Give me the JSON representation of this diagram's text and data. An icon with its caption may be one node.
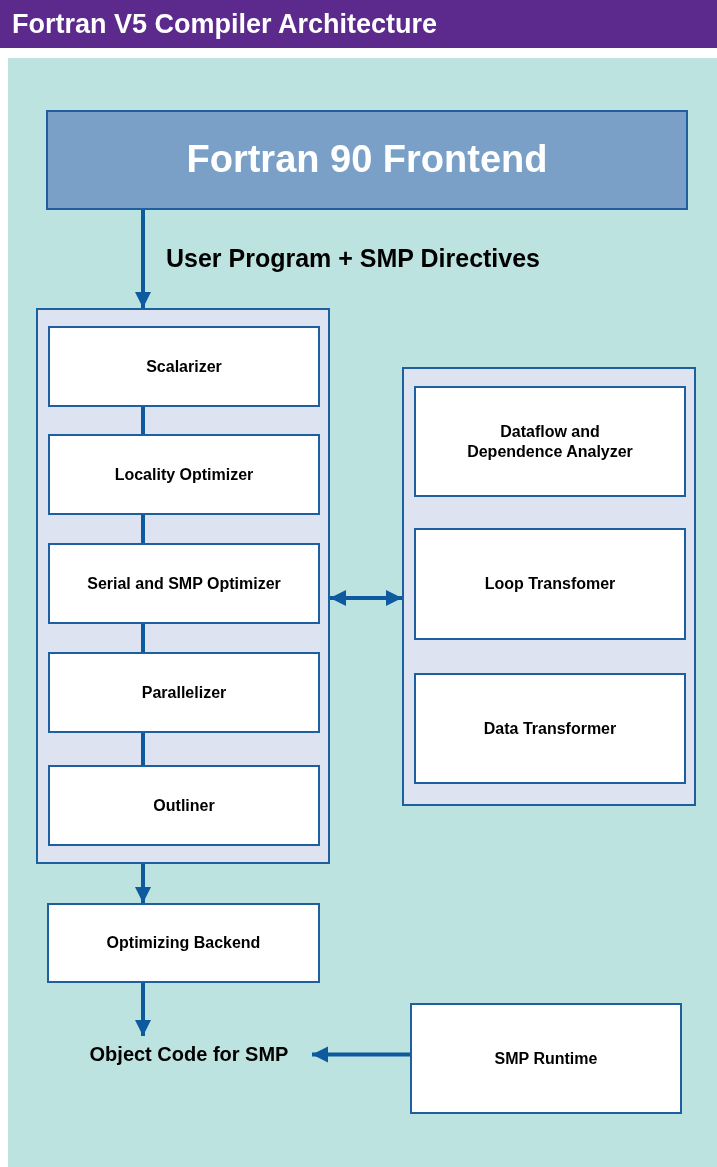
{
  "diagram": {
    "title": "Fortran V5 Compiler Architecture",
    "nodes": [
      {
        "text": [
          "Fortran 90 Frontend"
        ]
      },
      {
        "text": [],
        "shape": "box"
      },
      {
        "text": [
          "Scalarizer"
        ],
        "in": 1
      },
      {
        "text": [
          "Locality Optimizer"
        ],
        "in": 1
      },
      {
        "text": [
          "Serial and SMP Optimizer"
        ],
        "in": 1
      },
      {
        "text": [
          "Parallelizer"
        ],
        "in": 1
      },
      {
        "text": [
          "Outliner"
        ],
        "in": 1
      },
      {
        "text": [],
        "shape": "box"
      },
      {
        "text": [
          "Dataflow and Dependence Analyzer"
        ],
        "in": 7
      },
      {
        "text": [
          "Loop Transfomer"
        ],
        "in": 7
      },
      {
        "text": [
          "Data Transformer"
        ],
        "in": 7
      },
      {
        "text": [
          "Optimizing Backend"
        ]
      },
      {
        "text": [
          "Object Code for SMP"
        ]
      },
      {
        "text": [
          "SMP Runtime"
        ]
      }
    ],
    "edges": [
      {
        "from": 0,
        "to": 1,
        "arrow": "to",
        "label": "User Program + SMP Directives"
      },
      {
        "from": 2,
        "to": 3,
        "arrow": "none"
      },
      {
        "from": 3,
        "to": 4,
        "arrow": "none"
      },
      {
        "from": 4,
        "to": 5,
        "arrow": "none"
      },
      {
        "from": 5,
        "to": 6,
        "arrow": "none"
      },
      {
        "from": 1,
        "to": 7,
        "arrow": "both"
      },
      {
        "from": 1,
        "to": 11,
        "arrow": "to"
      },
      {
        "from": 11,
        "to": 12,
        "arrow": "to"
      },
      {
        "from": 13,
        "to": 12,
        "arrow": "to"
      }
    ]
  }
}
